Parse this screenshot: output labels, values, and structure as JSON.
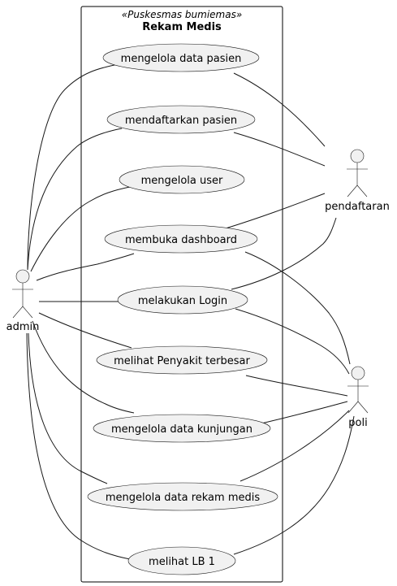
{
  "system": {
    "stereotype": "«Puskesmas bumiemas»",
    "title": "Rekam Medis"
  },
  "actors": {
    "admin": "admin",
    "pendaftaran": "pendaftaran",
    "poli": "poli"
  },
  "use_cases": [
    "mengelola data pasien",
    "mendaftarkan pasien",
    "mengelola user",
    "membuka dashboard",
    "melakukan Login",
    "melihat Penyakit terbesar",
    "mengelola data kunjungan",
    "mengelola data rekam medis",
    "melihat LB 1"
  ],
  "associations": [
    [
      "admin",
      0
    ],
    [
      "admin",
      1
    ],
    [
      "admin",
      2
    ],
    [
      "admin",
      3
    ],
    [
      "admin",
      4
    ],
    [
      "admin",
      5
    ],
    [
      "admin",
      6
    ],
    [
      "admin",
      7
    ],
    [
      "admin",
      8
    ],
    [
      "pendaftaran",
      0
    ],
    [
      "pendaftaran",
      1
    ],
    [
      "pendaftaran",
      3
    ],
    [
      "pendaftaran",
      4
    ],
    [
      "poli",
      3
    ],
    [
      "poli",
      4
    ],
    [
      "poli",
      5
    ],
    [
      "poli",
      6
    ],
    [
      "poli",
      7
    ],
    [
      "poli",
      8
    ]
  ]
}
